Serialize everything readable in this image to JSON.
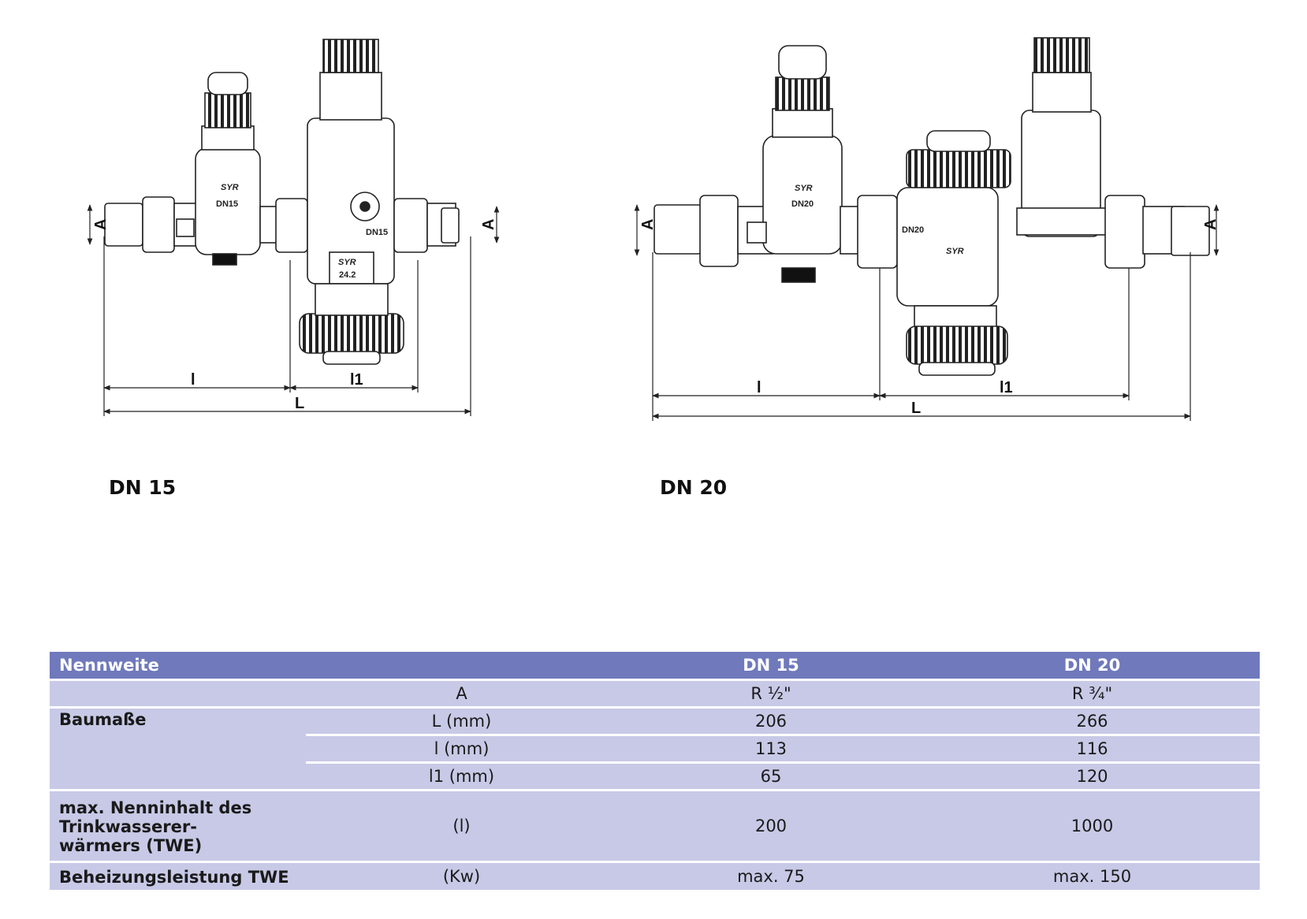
{
  "drawings": {
    "dn15": {
      "caption": "DN 15",
      "dim_a_left": "A",
      "dim_a_right": "A",
      "dim_l": "L",
      "dim_i": "l",
      "dim_i1": "l1",
      "body_label_1": "DN15",
      "body_label_2": "DN15",
      "brand": "SYR",
      "plate": "24.2"
    },
    "dn20": {
      "caption": "DN 20",
      "dim_a_left": "A",
      "dim_a_right": "A",
      "dim_l": "L",
      "dim_i": "l",
      "dim_i1": "l1",
      "body_label_1": "DN20",
      "body_label_2": "DN20",
      "brand": "SYR"
    }
  },
  "table": {
    "header": {
      "label": "Nennweite",
      "col_dn15": "DN 15",
      "col_dn20": "DN 20"
    },
    "rows": {
      "a": {
        "param": "A",
        "dn15": "R ½\"",
        "dn20": "R ¾\""
      },
      "baumasse_label": "Baumaße",
      "l": {
        "param": "L (mm)",
        "dn15": "206",
        "dn20": "266"
      },
      "i": {
        "param": "l (mm)",
        "dn15": "113",
        "dn20": "116"
      },
      "i1": {
        "param": "l1 (mm)",
        "dn15": "65",
        "dn20": "120"
      },
      "nenninhalt": {
        "label_1": "max. Nenninhalt des",
        "label_2": "Trinkwasserer-",
        "label_3": "wärmers (TWE)",
        "param": "(l)",
        "dn15": "200",
        "dn20": "1000"
      },
      "leistung": {
        "label": "Beheizungsleistung TWE",
        "param": "(Kw)",
        "dn15": "max. 75",
        "dn20": "max. 150"
      }
    }
  }
}
